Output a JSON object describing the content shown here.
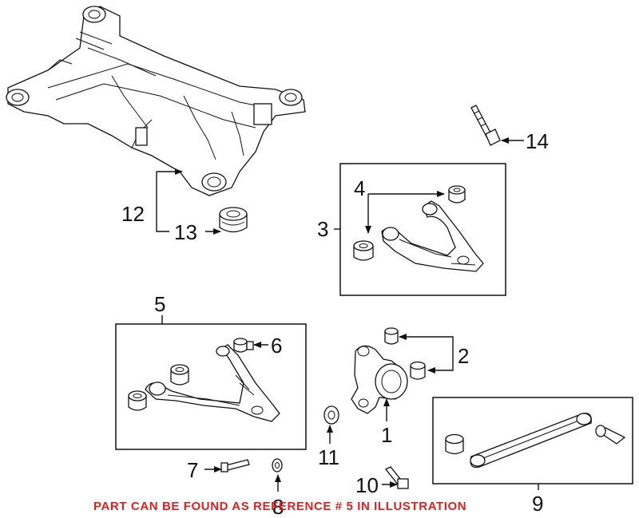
{
  "callouts": {
    "c1": "1",
    "c2": "2",
    "c3": "3",
    "c4": "4",
    "c5": "5",
    "c6": "6",
    "c7": "7",
    "c8": "8",
    "c9": "9",
    "c10": "10",
    "c11": "11",
    "c12": "12",
    "c13": "13",
    "c14": "14"
  },
  "note": "PART CAN BE FOUND AS REFERENCE # 5 IN ILLUSTRATION",
  "colors": {
    "note": "#e02020",
    "line": "#111111",
    "background": "#ffffff"
  }
}
